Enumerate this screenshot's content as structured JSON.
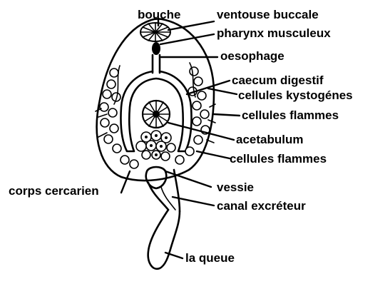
{
  "labels": {
    "bouche": "bouche",
    "ventouse_buccale": "ventouse buccale",
    "pharynx_musculeux": "pharynx musculeux",
    "oesophage": "oesophage",
    "caecum_digestif": "caecum digestif",
    "cellules_kystogenes": "cellules kystogénes",
    "cellules_flammes_1": "cellules flammes",
    "acetabulum": "acetabulum",
    "cellules_flammes_2": "cellules flammes",
    "corps_cercarien": "corps cercarien",
    "vessie": "vessie",
    "canal_excreteur": "canal excréteur",
    "la_queue": "la queue"
  }
}
